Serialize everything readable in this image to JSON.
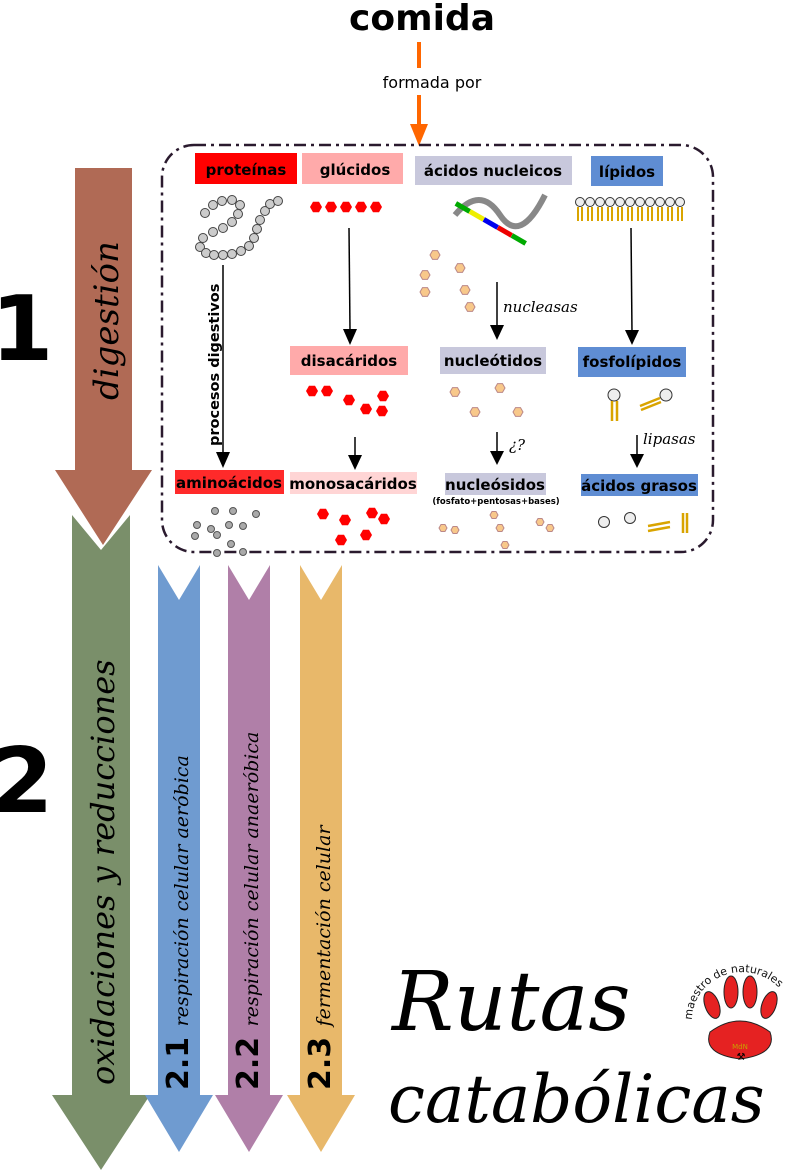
{
  "header": {
    "title": "comida",
    "subtitle": "formada por"
  },
  "stages": {
    "one": {
      "number": "1",
      "label": "digestión"
    },
    "two": {
      "number": "2",
      "label": "oxidaciones y reducciones"
    }
  },
  "pathways": [
    {
      "number": "2.1",
      "label": "respiración celular aeróbica",
      "color": "#6f9bd0"
    },
    {
      "number": "2.2",
      "label": "respiración celular anaeróbica",
      "color": "#b07fa8"
    },
    {
      "number": "2.3",
      "label": "fermentación celular",
      "color": "#e8b86a"
    }
  ],
  "macromolecules": {
    "proteins": {
      "label": "proteínas",
      "color": "#ff0000",
      "process": "procesos digestivos",
      "product": "aminoácidos",
      "product_color": "#ff2a2a"
    },
    "carbohydrates": {
      "label": "glúcidos",
      "color": "#ffaaaa",
      "intermediate": "disacáridos",
      "product": "monosacáridos",
      "product_color": "#ffd5d5"
    },
    "nucleic_acids": {
      "label": "ácidos nucleicos",
      "color": "#c8c8dc",
      "enzyme": "nucleasas",
      "intermediate": "nucleótidos",
      "question": "¿?",
      "product": "nucleósidos",
      "product_note": "(fosfato+pentosas+bases)"
    },
    "lipids": {
      "label": "lípidos",
      "color": "#5f8dd3",
      "intermediate": "fosfolípidos",
      "enzyme": "lipasas",
      "product": "ácidos grasos"
    }
  },
  "title": {
    "line1": "Rutas",
    "line2": "catabólicas"
  },
  "logo": {
    "text": "maestro de naturales",
    "inner": "MdN"
  },
  "colors": {
    "digestion_arrow": "#b06a55",
    "oxidation_arrow": "#7a8f6a",
    "food_arrow": "#ff6600"
  }
}
